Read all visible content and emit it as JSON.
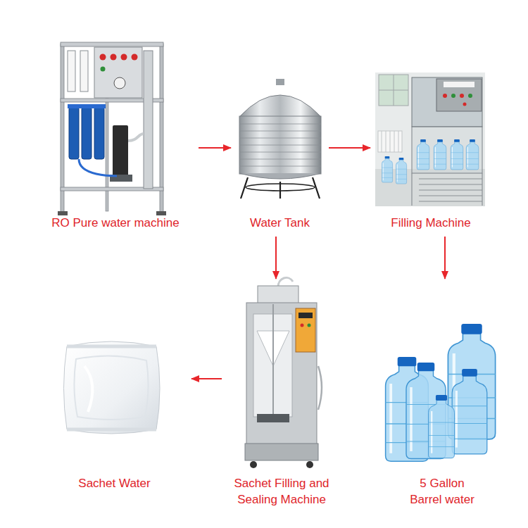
{
  "diagram": {
    "nodes": [
      {
        "text": [
          "RO Pure water machine"
        ]
      },
      {
        "text": [
          "Water Tank"
        ]
      },
      {
        "text": [
          "Filling Machine"
        ]
      },
      {
        "text": [
          "Sachet Water"
        ]
      },
      {
        "text": [
          "Sachet Filling and Sealing Machine"
        ]
      },
      {
        "text": [
          "5 Gallon Barrel water"
        ]
      }
    ],
    "edges": [
      {
        "from": 0,
        "to": 1,
        "arrow": "to"
      },
      {
        "from": 1,
        "to": 2,
        "arrow": "to"
      },
      {
        "from": 1,
        "to": 4,
        "arrow": "to"
      },
      {
        "from": 2,
        "to": 5,
        "arrow": "to"
      },
      {
        "from": 4,
        "to": 3,
        "arrow": "to"
      }
    ]
  }
}
